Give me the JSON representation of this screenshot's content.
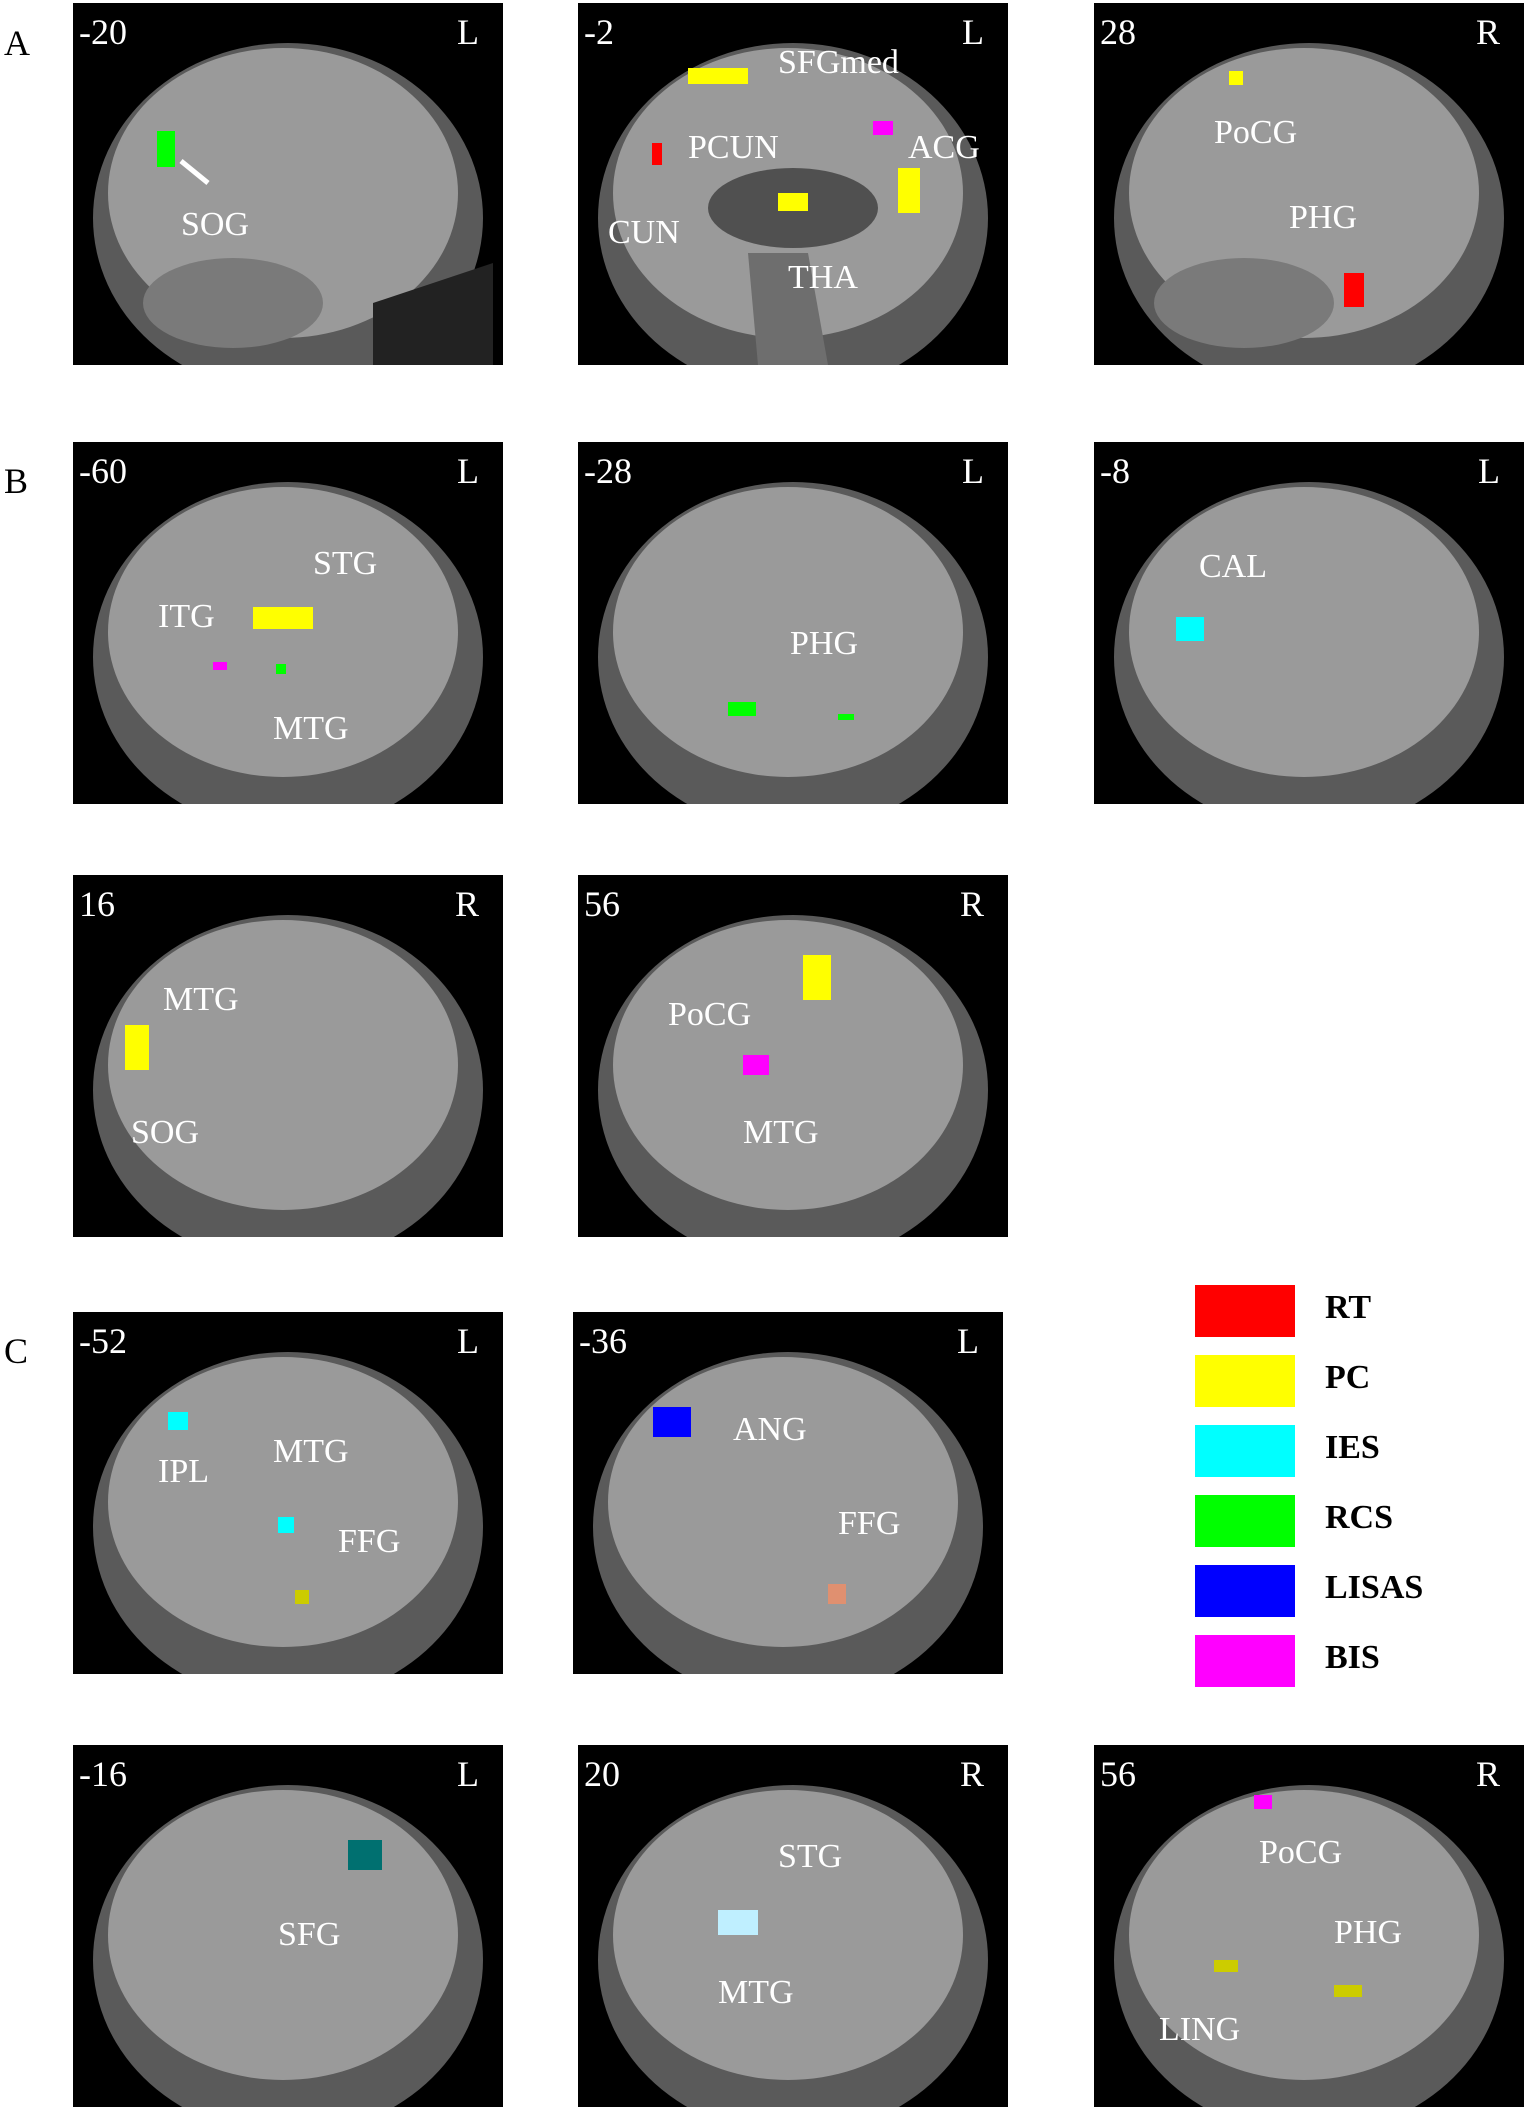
{
  "row_letters": [
    "A",
    "B",
    "C"
  ],
  "colors": {
    "RT": "#ff0000",
    "PC": "#ffff00",
    "IES": "#00ffff",
    "RCS": "#00ff00",
    "LISAS": "#0000ff",
    "BIS": "#ff00ff"
  },
  "legend": [
    {
      "label": "RT",
      "color": "#ff0000"
    },
    {
      "label": "PC",
      "color": "#ffff00"
    },
    {
      "label": "IES",
      "color": "#00ffff"
    },
    {
      "label": "RCS",
      "color": "#00ff00"
    },
    {
      "label": "LISAS",
      "color": "#0000ff"
    },
    {
      "label": "BIS",
      "color": "#ff00ff"
    }
  ],
  "panels": [
    {
      "id": "a1",
      "coord": "-20",
      "side": "L",
      "regions": [
        "SOG"
      ]
    },
    {
      "id": "a2",
      "coord": "-2",
      "side": "L",
      "regions": [
        "SFGmed",
        "PCUN",
        "ACG",
        "CUN",
        "THA"
      ]
    },
    {
      "id": "a3",
      "coord": "28",
      "side": "R",
      "regions": [
        "PoCG",
        "PHG"
      ]
    },
    {
      "id": "b1",
      "coord": "-60",
      "side": "L",
      "regions": [
        "STG",
        "ITG",
        "MTG"
      ]
    },
    {
      "id": "b2",
      "coord": "-28",
      "side": "L",
      "regions": [
        "PHG"
      ]
    },
    {
      "id": "b3",
      "coord": "-8",
      "side": "L",
      "regions": [
        "CAL"
      ]
    },
    {
      "id": "b4",
      "coord": "16",
      "side": "R",
      "regions": [
        "MTG",
        "SOG"
      ]
    },
    {
      "id": "b5",
      "coord": "56",
      "side": "R",
      "regions": [
        "PoCG",
        "MTG"
      ]
    },
    {
      "id": "c1",
      "coord": "-52",
      "side": "L",
      "regions": [
        "IPL",
        "MTG",
        "FFG"
      ]
    },
    {
      "id": "c2",
      "coord": "-36",
      "side": "L",
      "regions": [
        "ANG",
        "FFG"
      ]
    },
    {
      "id": "c3",
      "coord": "-16",
      "side": "L",
      "regions": [
        "SFG"
      ]
    },
    {
      "id": "c4",
      "coord": "20",
      "side": "R",
      "regions": [
        "STG",
        "MTG"
      ]
    },
    {
      "id": "c5",
      "coord": "56",
      "side": "R",
      "regions": [
        "PoCG",
        "PHG",
        "LING"
      ]
    }
  ]
}
